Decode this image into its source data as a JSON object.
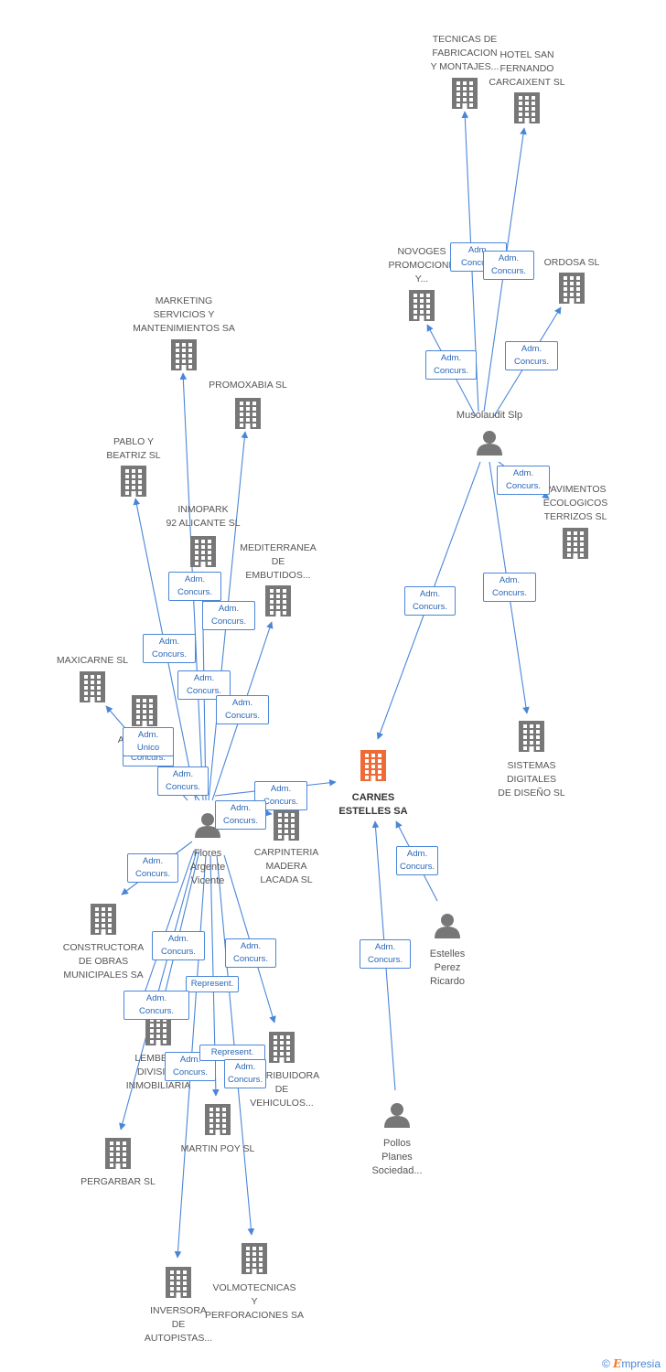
{
  "colors": {
    "edge": "#4a86d8",
    "company": "#777777",
    "main_company": "#f06a35",
    "person": "#777777"
  },
  "companies": [
    {
      "id": "main",
      "label": "CARNES\nESTELLES SA",
      "main": true
    },
    {
      "id": "tecnicas",
      "label": "TECNICAS DE\nFABRICACION\nY MONTAJES..."
    },
    {
      "id": "hotel",
      "label": "HOTEL SAN\nFERNANDO\nCARCAIXENT SL"
    },
    {
      "id": "novoges",
      "label": "NOVOGES\nPROMOCIONE\nY..."
    },
    {
      "id": "ordosa",
      "label": "ORDOSA SL"
    },
    {
      "id": "pavimentos",
      "label": "PAVIMENTOS\nECOLOGICOS\nTERRIZOS SL"
    },
    {
      "id": "sistemas",
      "label": "SISTEMAS\nDIGITALES\nDE DISEÑO SL"
    },
    {
      "id": "marketing",
      "label": "MARKETING\nSERVICIOS Y\nMANTENIMIENTOS SA"
    },
    {
      "id": "promoxabia",
      "label": "PROMOXABIA SL"
    },
    {
      "id": "pablo",
      "label": "PABLO Y\nBEATRIZ SL"
    },
    {
      "id": "inmopark",
      "label": "INMOPARK\n92 ALICANTE SL"
    },
    {
      "id": "mediterranea",
      "label": "MEDITERRANEA\nDE\nEMBUTIDOS..."
    },
    {
      "id": "maxicarne",
      "label": "MAXICARNE SL"
    },
    {
      "id": "autopista",
      "label": "AUTOPISTA\nLA..."
    },
    {
      "id": "carpinteria",
      "label": "CARPINTERIA\nMADERA\nLACADA SL"
    },
    {
      "id": "constructora",
      "label": "CONSTRUCTORA\nDE OBRAS\nMUNICIPALES SA"
    },
    {
      "id": "lemberg",
      "label": "LEMBERG\nDIVISION\nINMOBILIARIA"
    },
    {
      "id": "distribuidora",
      "label": "DISTRIBUIDORA\nDE\nVEHICULOS..."
    },
    {
      "id": "martinpoy",
      "label": "MARTIN POY SL"
    },
    {
      "id": "pergarbar",
      "label": "PERGARBAR SL"
    },
    {
      "id": "inversora",
      "label": "INVERSORA\nDE\nAUTOPISTAS..."
    },
    {
      "id": "volmotecnicas",
      "label": "VOLMOTECNICAS\nY\nPERFORACIONES SA"
    }
  ],
  "people": [
    {
      "id": "musolaudit",
      "label": "Musolaudit Slp"
    },
    {
      "id": "flores",
      "label": "Flores\nArgente\nVicente"
    },
    {
      "id": "estelles",
      "label": "Estelles\nPerez\nRicardo"
    },
    {
      "id": "pollos",
      "label": "Pollos\nPlanes\nSociedad..."
    }
  ],
  "relations": [
    {
      "label": "Adm.\nConcurs."
    },
    {
      "label": "Adm.\nConcurs."
    },
    {
      "label": "Adm.\nConcurs."
    },
    {
      "label": "Adm.\nConcurs."
    },
    {
      "label": "Adm.\nConcurs."
    },
    {
      "label": "Adm.\nConcurs."
    },
    {
      "label": "Adm.\nConcurs."
    },
    {
      "label": "Adm.\nConcurs."
    },
    {
      "label": "Adm.\nConcurs."
    },
    {
      "label": "Adm.\nConcurs."
    },
    {
      "label": "Adm.\nConcurs."
    },
    {
      "label": "Adm.\nConcurs."
    },
    {
      "label": "Adm.\nConcurs."
    },
    {
      "label": "Adm.\nConcurs."
    },
    {
      "label": "Adm.\nConcurs."
    },
    {
      "label": "Adm.\nConcurs."
    },
    {
      "label": "Adm.\nConcurs."
    },
    {
      "label": "Adm.\nConcurs."
    },
    {
      "label": "Adm.\nConcurs."
    },
    {
      "label": "Represent."
    },
    {
      "label": "Adm.\nConcurs."
    },
    {
      "label": "Adm.\nConcurs."
    },
    {
      "label": "Represent."
    },
    {
      "label": "Adm.\nConcurs."
    },
    {
      "label": "Adm.\nConcurs."
    },
    {
      "label": "Adm.\nUnico"
    },
    {
      "label": "Adm.\nConcurs."
    }
  ],
  "footer": {
    "copyright": "©",
    "brand_first": "E",
    "brand_rest": "mpresia"
  }
}
